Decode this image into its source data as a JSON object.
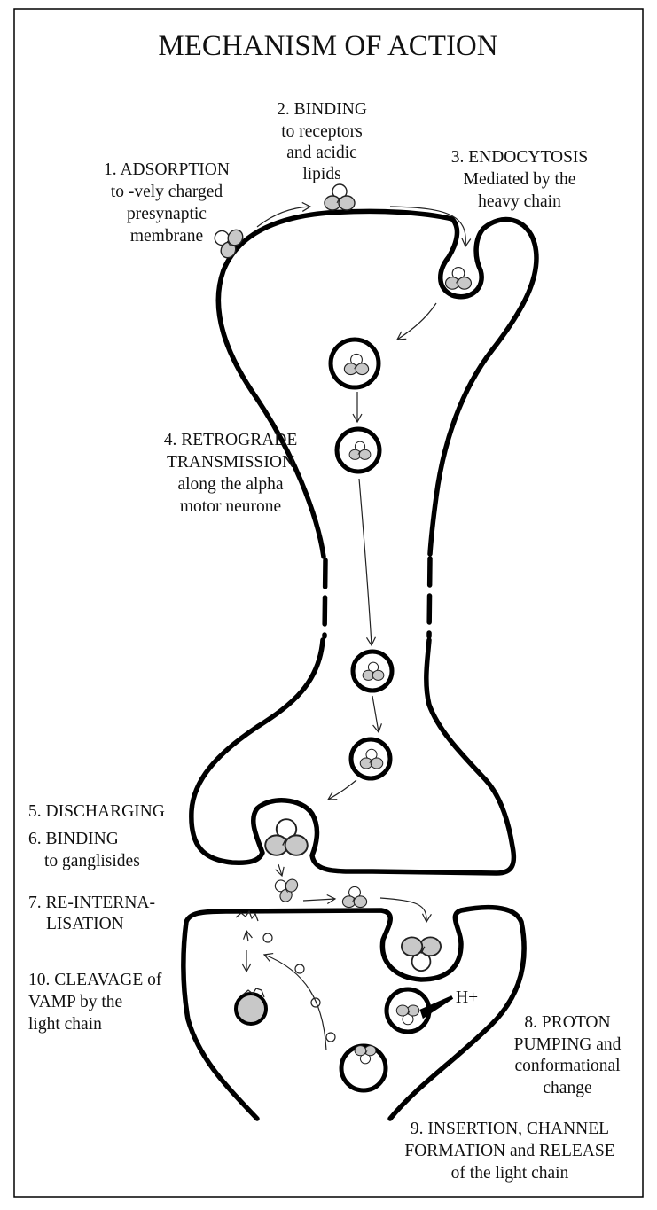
{
  "title": "MECHANISM OF ACTION",
  "steps": {
    "s1": [
      "1. ADSORPTION",
      "to -vely charged",
      "presynaptic",
      "membrane"
    ],
    "s2": [
      "2. BINDING",
      "to receptors",
      "and acidic",
      "lipids"
    ],
    "s3": [
      "3. ENDOCYTOSIS",
      "Mediated by the",
      "heavy chain"
    ],
    "s4": [
      "4. RETROGRADE",
      "TRANSMISSION",
      "along the alpha",
      "motor neurone"
    ],
    "s5": [
      "5. DISCHARGING"
    ],
    "s6": [
      "6. BINDING",
      "to ganglisides"
    ],
    "s7": [
      "7. RE-INTERNA-",
      "LISATION"
    ],
    "s8": [
      "8. PROTON",
      "PUMPING and",
      "conformational",
      "change"
    ],
    "s9": [
      "9. INSERTION, CHANNEL",
      "FORMATION and RELEASE",
      "of the light chain"
    ],
    "s10": [
      "10. CLEAVAGE of",
      "VAMP by the",
      "light chain"
    ]
  },
  "proton_label": "H+",
  "colors": {
    "ink": "#000000",
    "toxin_shade": "#c8c8c8",
    "background": "#ffffff"
  }
}
